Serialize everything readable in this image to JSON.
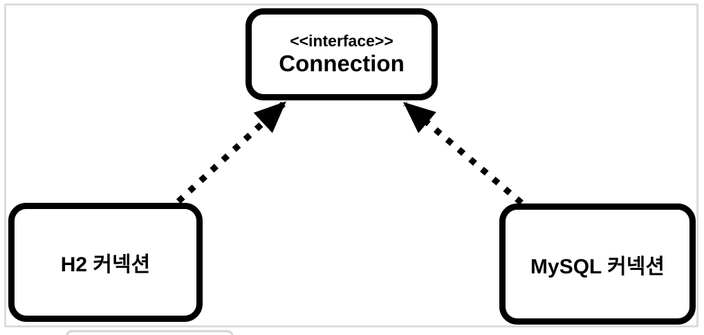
{
  "diagram": {
    "interface_node": {
      "stereotype": "<<interface>>",
      "name": "Connection"
    },
    "implementations": [
      {
        "name": "H2 커넥션"
      },
      {
        "name": "MySQL 커넥션"
      }
    ],
    "relations": [
      {
        "from": "H2 커넥션",
        "to": "Connection",
        "type": "realization-dashed-arrow"
      },
      {
        "from": "MySQL 커넥션",
        "to": "Connection",
        "type": "realization-dashed-arrow"
      }
    ],
    "colors": {
      "node_border": "#000000",
      "node_fill": "#ffffff",
      "arrow": "#000000",
      "frame_border": "#dcdcdc",
      "background": "#ffffff"
    }
  }
}
